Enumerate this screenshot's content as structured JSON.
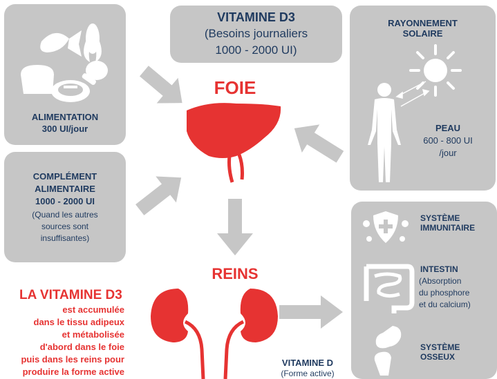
{
  "header": {
    "title": "VITAMINE D3",
    "subtitle_line1": "(Besoins journaliers",
    "subtitle_line2": "1000 - 2000 UI)"
  },
  "food": {
    "label": "ALIMENTATION",
    "amount": "300 UI/jour"
  },
  "supplement": {
    "line1": "COMPLÉMENT",
    "line2": "ALIMENTAIRE",
    "line3": "1000 - 2000 UI",
    "note1": "(Quand les autres",
    "note2": "sources sont",
    "note3": "insuffisantes)"
  },
  "sun": {
    "title1": "RAYONNEMENT",
    "title2": "SOLAIRE",
    "skin": "PEAU",
    "amount1": "600 - 800 UI",
    "amount2": "/jour"
  },
  "liver": {
    "label": "FOIE"
  },
  "kidneys": {
    "label": "REINS"
  },
  "note": {
    "title": "LA VITAMINE D3",
    "line1": "est accumulée",
    "line2": "dans le tissu adipeux",
    "line3": "et métabolisée",
    "line4": "d'abord dans le foie",
    "line5": "puis dans les reins pour",
    "line6": "produire la forme active"
  },
  "active": {
    "title": "VITAMINE D",
    "subtitle": "(Forme active)"
  },
  "effects": {
    "immune1": "SYSTÈME",
    "immune2": "IMMUNITAIRE",
    "intestine": "INTESTIN",
    "intestine_note1": "(Absorption",
    "intestine_note2": "du phosphore",
    "intestine_note3": "et du calcium)",
    "bone1": "SYSTÈME",
    "bone2": "OSSEUX"
  },
  "colors": {
    "navy": "#1f3a5f",
    "red": "#e63332",
    "gray": "#c6c6c6"
  }
}
